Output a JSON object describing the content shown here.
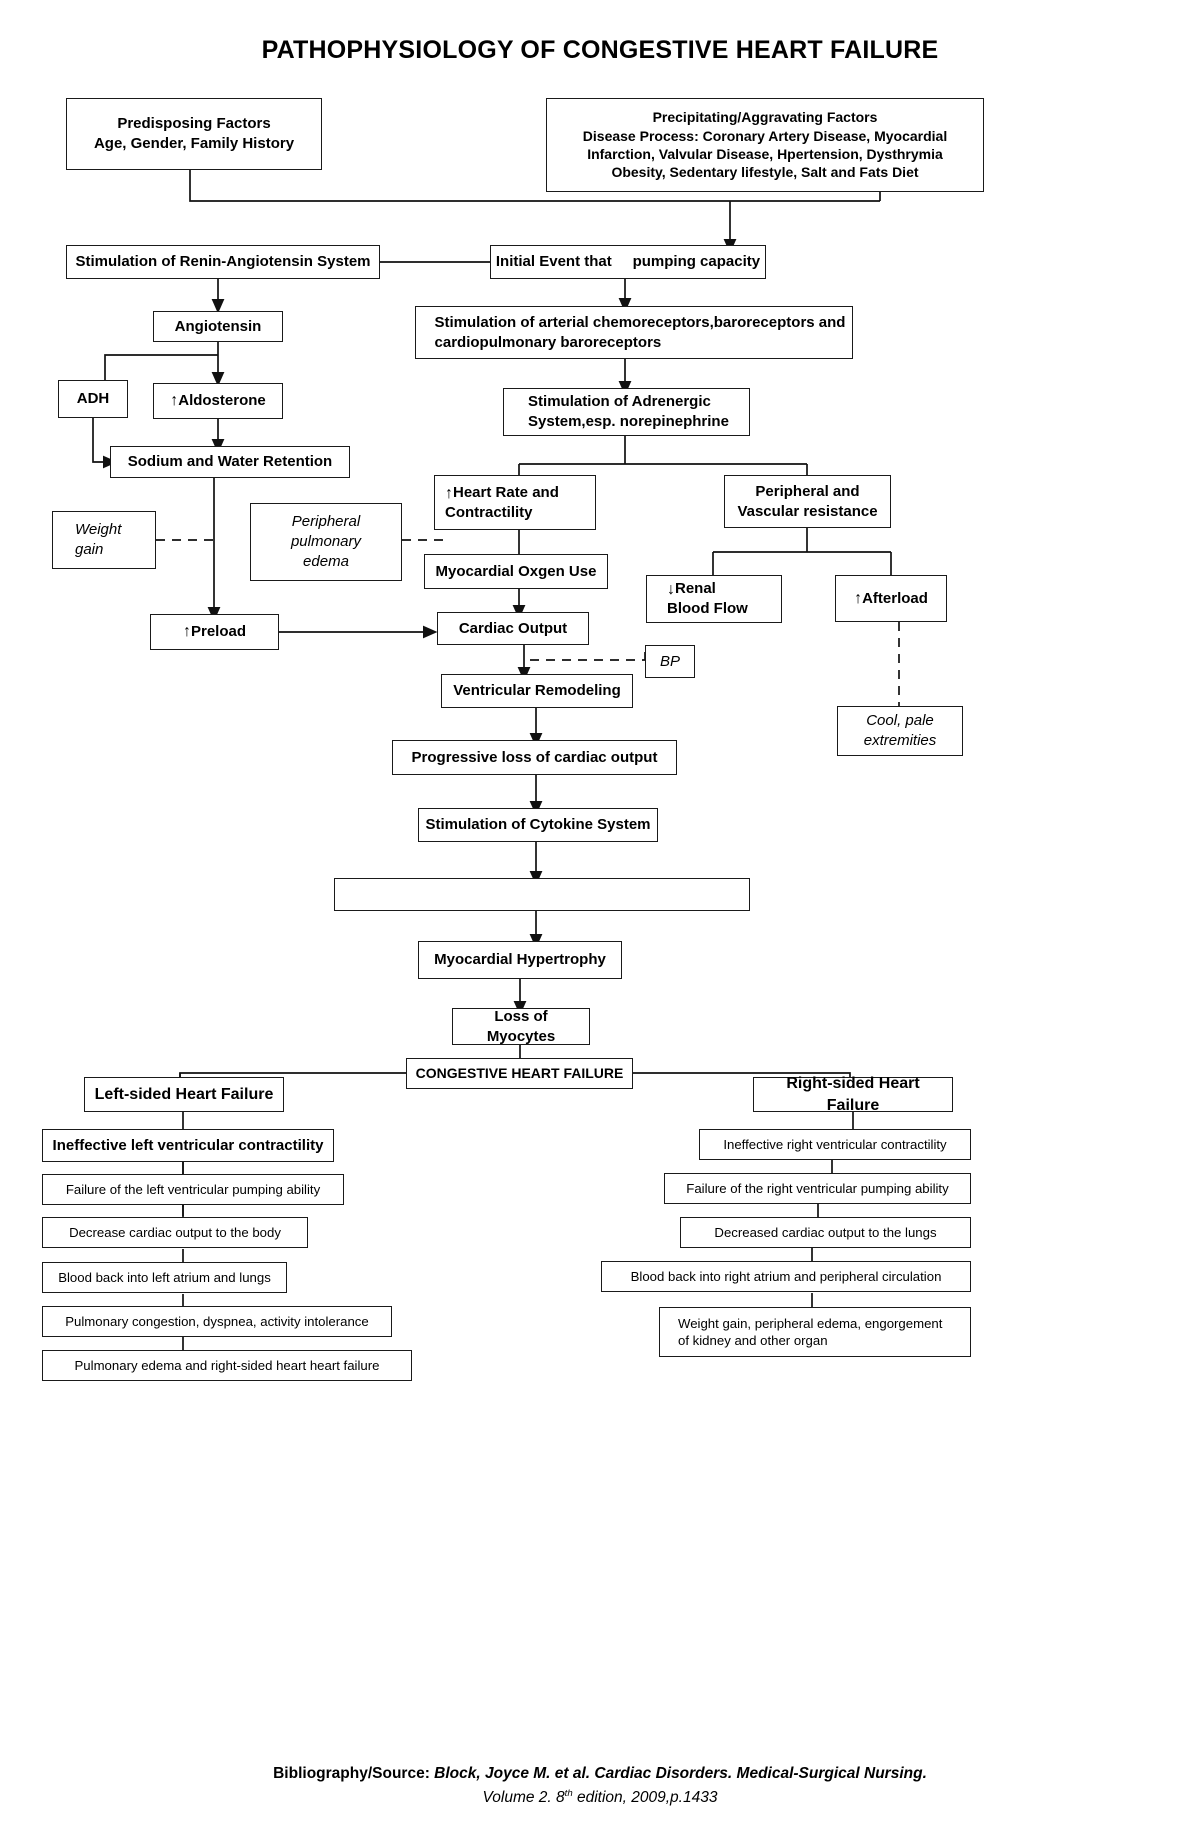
{
  "title": "PATHOPHYSIOLOGY OF CONGESTIVE HEART FAILURE",
  "nodes": {
    "predisposing": "Predisposing Factors\nAge, Gender, Family History",
    "precipitating": "Precipitating/Aggravating Factors\nDisease Process: Coronary Artery Disease, Myocardial\nInfarction, Valvular Disease, Hpertension, Dysthrymia\nObesity, Sedentary lifestyle, Salt and Fats Diet",
    "renin": "Stimulation of Renin-Angiotensin System",
    "initial_event": "Initial Event that     pumping capacity",
    "angiotensin": "Angiotensin",
    "adh": "ADH",
    "aldosterone": "Aldosterone",
    "aldosterone_arrow": "↑",
    "sodium_water": "Sodium and Water Retention",
    "chemoreceptors": "Stimulation of arterial chemoreceptors,baroreceptors and\ncardiopulmonary baroreceptors",
    "adrenergic": "Stimulation of Adrenergic\nSystem,esp. norepinephrine",
    "heart_rate": "Heart Rate and\nContractility",
    "heart_rate_arrow": "↑",
    "peripheral_vascular": "Peripheral and\nVascular resistance",
    "myocardial_oxygen": "Myocardial  Oxgen Use",
    "renal_blood_flow": "Renal\nBlood Flow",
    "renal_blood_flow_arrow": "↓",
    "afterload": "Afterload",
    "afterload_arrow": "↑",
    "weight_gain": "Weight\ngain",
    "peripheral_pulmonary_edema": "Peripheral\npulmonary\nedema",
    "preload": "Preload",
    "preload_arrow": "↑",
    "cardiac_output": "Cardiac Output",
    "bp": "BP",
    "cool_pale": "Cool, pale\nextremities",
    "ventricular_remodeling": "Ventricular Remodeling",
    "progressive_loss": "Progressive loss of cardiac output",
    "cytokine": "Stimulation of Cytokine System",
    "blank_box": "",
    "myocardial_hypertrophy": "Myocardial Hypertrophy",
    "loss_myocytes": "Loss of Myocytes",
    "chf": "CONGESTIVE HEART FAILURE",
    "left_hf": "Left-sided Heart Failure",
    "left_1": "Ineffective left ventricular contractility",
    "left_2": "Failure of the left ventricular pumping ability",
    "left_3": "Decrease cardiac output to the body",
    "left_4": "Blood back into left atrium and lungs",
    "left_5": "Pulmonary congestion, dyspnea, activity intolerance",
    "left_6": "Pulmonary edema and right-sided heart heart failure",
    "right_hf": "Right-sided Heart Failure",
    "right_1": "Ineffective right ventricular contractility",
    "right_2": "Failure of the right ventricular pumping ability",
    "right_3": "Decreased cardiac output to the lungs",
    "right_4": "Blood back into right atrium and peripheral circulation",
    "right_5": "Weight gain, peripheral edema, engorgement\nof kidney and other organ"
  },
  "footer": {
    "label": "Bibliography/Source:",
    "citation": " Block, Joyce M. et al. Cardiac Disorders. Medical-Surgical Nursing.",
    "line2_pre": "Volume 2. 8",
    "line2_sup": "th",
    "line2_post": " edition, 2009,p.1433"
  },
  "colors": {
    "stroke": "#1a1a1a",
    "background": "#ffffff",
    "text": "#000000"
  }
}
